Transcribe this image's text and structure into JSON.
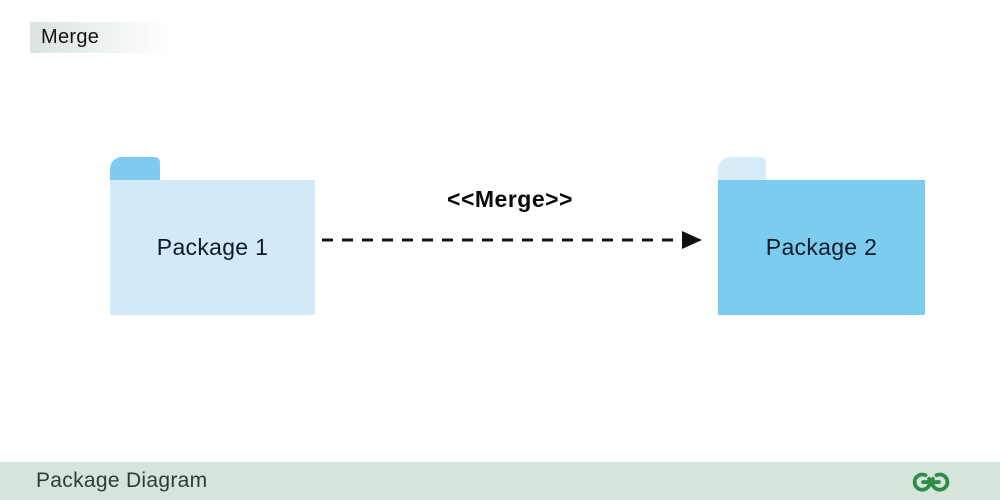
{
  "header": {
    "title": "Merge"
  },
  "diagram": {
    "packages": [
      {
        "label": "Package 1",
        "body_color": "#d2eaf7",
        "tab_color": "#7fcbef"
      },
      {
        "label": "Package 2",
        "body_color": "#7cccef",
        "tab_color": "#d6ecf9"
      }
    ],
    "arrow": {
      "label": "<<Merge>>",
      "style": "dashed",
      "direction": "left-to-right",
      "color": "#111111"
    }
  },
  "footer": {
    "title": "Package Diagram",
    "background": "#d7e4da",
    "text_color": "#2f3b35",
    "logo": "geeksforgeeks",
    "logo_color": "#2e8b47"
  },
  "canvas": {
    "background": "#ffffff",
    "title_badge_gradient": [
      "#dbe4df",
      "#ffffff"
    ]
  }
}
